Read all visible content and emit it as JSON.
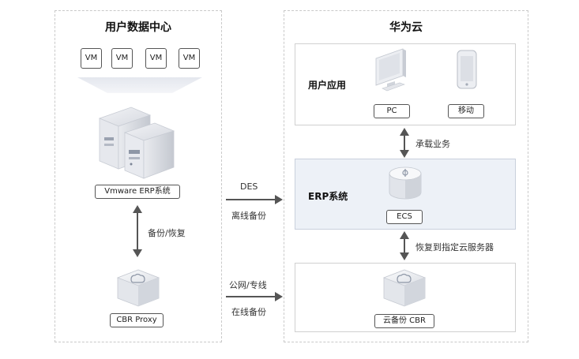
{
  "left_panel": {
    "title": "用户数据中心",
    "vm_labels": [
      "VM",
      "VM",
      "VM",
      "VM"
    ],
    "server_label": "Vmware ERP系统",
    "arrow_label": "备份/恢复",
    "proxy_label": "CBR Proxy"
  },
  "right_panel": {
    "title": "华为云",
    "user_app": {
      "title": "用户应用",
      "pc_label": "PC",
      "mobile_label": "移动"
    },
    "arrow_top_label": "承载业务",
    "erp": {
      "title": "ERP系统",
      "ecs_label": "ECS"
    },
    "arrow_bottom_label": "恢复到指定云服务器",
    "cbr_label": "云备份 CBR"
  },
  "middle": {
    "top_arrow_label_above": "DES",
    "top_arrow_label_below": "离线备份",
    "bottom_arrow_label_above": "公网/专线",
    "bottom_arrow_label_below": "在线备份"
  },
  "colors": {
    "erp_bg": "#edf1f7",
    "arrow": "#555555",
    "dash_border": "#c9c9c9"
  }
}
